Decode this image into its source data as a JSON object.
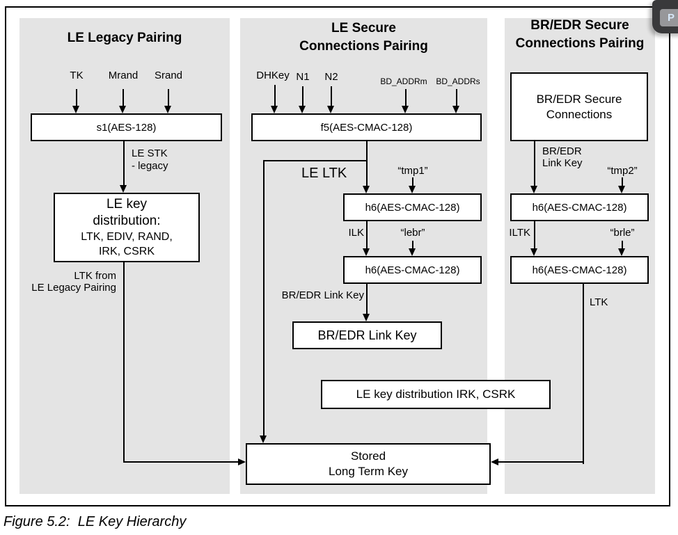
{
  "caption": "Figure 5.2:  LE Key Hierarchy",
  "colors": {
    "panel_bg": "#e4e4e4",
    "line": "#000000",
    "box_bg": "#ffffff",
    "overlay_bg": "#39393b",
    "overlay_button_bg": "#97979a",
    "overlay_button_text": "#d7e7f8"
  },
  "overlay": {
    "button_label": "P"
  },
  "columns": {
    "legacy": {
      "title": "LE Legacy Pairing",
      "inputs": [
        "TK",
        "Mrand",
        "Srand"
      ],
      "s1_box": "s1(AES-128)",
      "stk_label_line1": "LE STK",
      "stk_label_line2": "- legacy",
      "dist_box_line1": "LE key",
      "dist_box_line2": "distribution:",
      "dist_box_line3": "LTK, EDIV, RAND,",
      "dist_box_line4": "IRK, CSRK",
      "ltk_from_line1": "LTK from",
      "ltk_from_line2": "LE Legacy Pairing"
    },
    "le_secure": {
      "title_line1": "LE Secure",
      "title_line2": "Connections Pairing",
      "inputs": [
        "DHKey",
        "N1",
        "N2"
      ],
      "addr_inputs": [
        "BD_ADDRm",
        "BD_ADDRs"
      ],
      "f5_box": "f5(AES-CMAC-128)",
      "le_ltk_label": "LE LTK",
      "tmp1_label": "“tmp1”",
      "h6_box1": "h6(AES-CMAC-128)",
      "ilk_label": "ILK",
      "lebr_label": "“lebr”",
      "h6_box2": "h6(AES-CMAC-128)",
      "br_edr_link_key_label": "BR/EDR Link Key",
      "link_key_box": "BR/EDR Link Key"
    },
    "br_edr": {
      "title_line1": "BR/EDR Secure",
      "title_line2": "Connections Pairing",
      "source_box_line1": "BR/EDR Secure",
      "source_box_line2": "Connections",
      "link_key_label_line1": "BR/EDR",
      "link_key_label_line2": "Link Key",
      "tmp2_label": "“tmp2”",
      "h6_box1": "h6(AES-CMAC-128)",
      "iltk_label": "ILTK",
      "brle_label": "“brle”",
      "h6_box2": "h6(AES-CMAC-128)",
      "ltk_label": "LTK"
    }
  },
  "shared": {
    "irk_csrk_box": "LE key distribution IRK, CSRK",
    "stored_box_line1": "Stored",
    "stored_box_line2": "Long Term Key"
  }
}
